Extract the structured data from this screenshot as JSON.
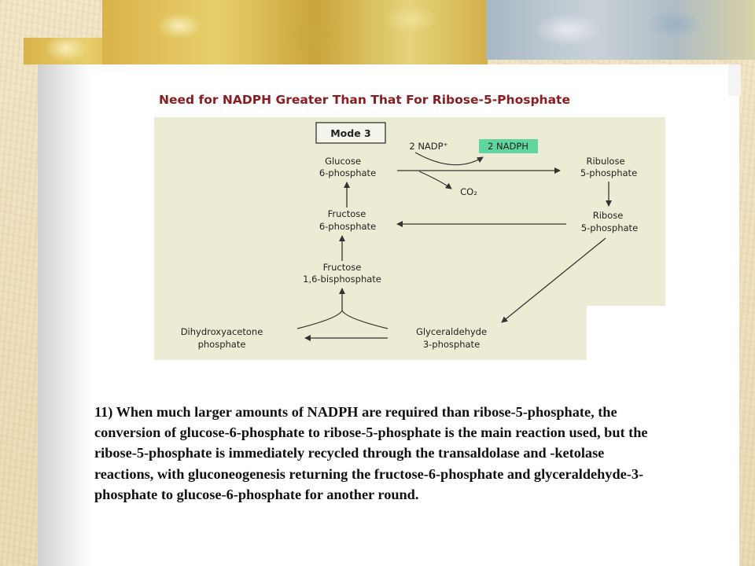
{
  "figure": {
    "title": "Need for NADPH Greater Than That For Ribose-5-Phosphate",
    "mode_label": "Mode 3",
    "nodes": {
      "g6p_line1": "Glucose",
      "g6p_line2": "6-phosphate",
      "ru5p_line1": "Ribulose",
      "ru5p_line2": "5-phosphate",
      "f6p_line1": "Fructose",
      "f6p_line2": "6-phosphate",
      "r5p_line1": "Ribose",
      "r5p_line2": "5-phosphate",
      "fbp_line1": "Fructose",
      "fbp_line2": "1,6-bisphosphate",
      "dhap_line1": "Dihydroxyacetone",
      "dhap_line2": "phosphate",
      "gap_line1": "Glyceraldehyde",
      "gap_line2": "3-phosphate"
    },
    "cofactors": {
      "nadp_in": "2 NADP⁺",
      "nadph_out": "2 NADPH",
      "co2": "CO₂"
    },
    "colors": {
      "title": "#8a1c22",
      "nadph_highlight": "#5fd6a0",
      "diagram_background": "#ecebd3"
    }
  },
  "caption": "11)  When much larger amounts of NADPH are required than ribose-5-phosphate, the conversion of glucose-6-phosphate to ribose-5-phosphate is the main reaction used, but the ribose-5-phosphate is immediately recycled through the transaldolase and -ketolase reactions, with gluconeogenesis returning the fructose-6-phosphate and glyceraldehyde-3-phosphate to glucose-6-phosphate for another round."
}
